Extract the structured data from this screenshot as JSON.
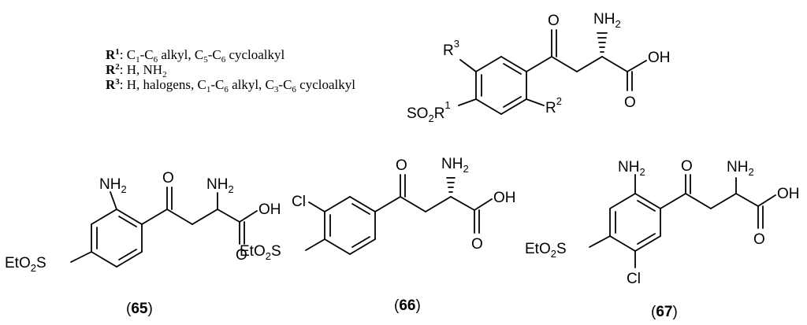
{
  "legend": [
    {
      "key": "R¹",
      "text": "C₁-C₆ alkyl, C₅-C₆ cycloalkyl"
    },
    {
      "key": "R²",
      "text": "H, NH₂"
    },
    {
      "key": "R³",
      "text": "H, halogens, C₁-C₆ alkyl, C₃-C₆ cycloalkyl"
    }
  ],
  "general_structure": {
    "carbonyl_O": "O",
    "amine": "NH₂",
    "acid_OH": "OH",
    "acid_O": "O",
    "r1": "1",
    "r2": "2",
    "r3": "3",
    "sulfonyl": "SO₂R"
  },
  "compounds": [
    {
      "id": "65",
      "substituent_top": "NH₂",
      "sulfonyl": "EtO₂S",
      "carbonyl_O": "O",
      "amine": "NH₂",
      "acid_OH": "OH",
      "acid_O": "O"
    },
    {
      "id": "66",
      "substituent_top": "Cl",
      "sulfonyl": "EtO₂S",
      "carbonyl_O": "O",
      "amine": "NH₂",
      "acid_OH": "OH",
      "acid_O": "O"
    },
    {
      "id": "67",
      "substituent_top": "NH₂",
      "substituent_bottom": "Cl",
      "sulfonyl": "EtO₂S",
      "carbonyl_O": "O",
      "amine": "NH₂",
      "acid_OH": "OH",
      "acid_O": "O"
    }
  ]
}
